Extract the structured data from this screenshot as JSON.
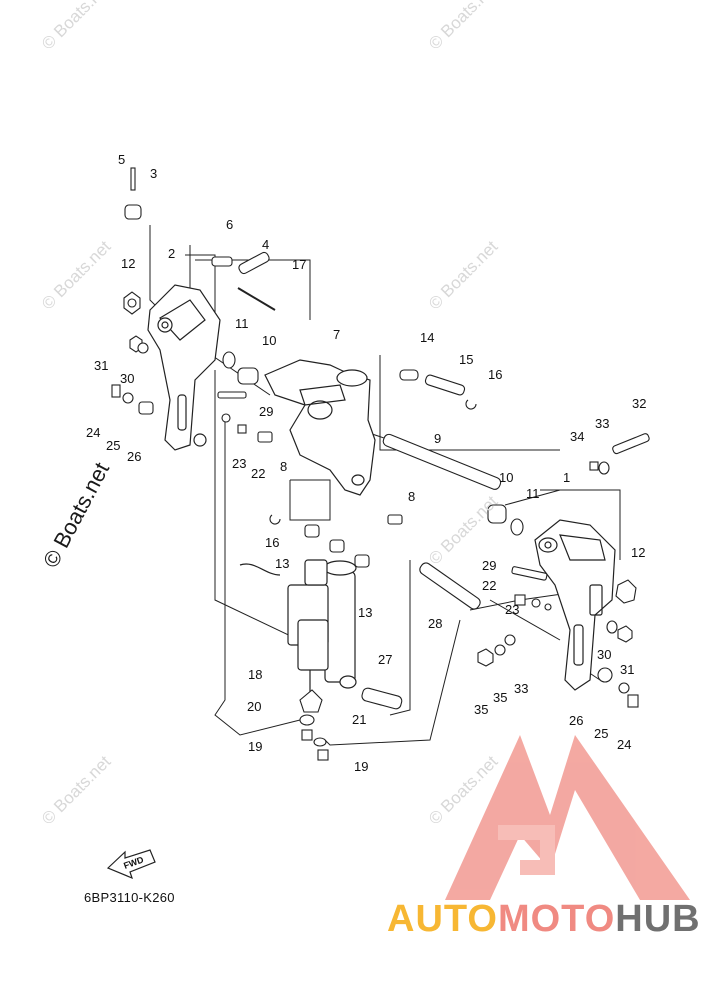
{
  "watermark": {
    "text": "© Boats.net",
    "color": "#d8d8d8"
  },
  "diagram_code": "6BP3110-K260",
  "fwd_label": "FWD",
  "brand": {
    "part1": "AUTO",
    "part2": "MOTO",
    "part3": "HUB",
    "colors": {
      "part1": "#f7b733",
      "part2": "#f08a82",
      "part3": "#707070",
      "logo": "#f08a82"
    }
  },
  "callouts": [
    "5",
    "3",
    "6",
    "4",
    "17",
    "2",
    "12",
    "11",
    "10",
    "7",
    "14",
    "15",
    "16",
    "31",
    "30",
    "29",
    "24",
    "25",
    "26",
    "23",
    "22",
    "8",
    "9",
    "32",
    "33",
    "34",
    "1",
    "10",
    "11",
    "8",
    "16",
    "13",
    "13",
    "12",
    "29",
    "22",
    "23",
    "28",
    "30",
    "31",
    "27",
    "18",
    "20",
    "19",
    "21",
    "19",
    "35",
    "35",
    "33",
    "26",
    "25",
    "24"
  ]
}
